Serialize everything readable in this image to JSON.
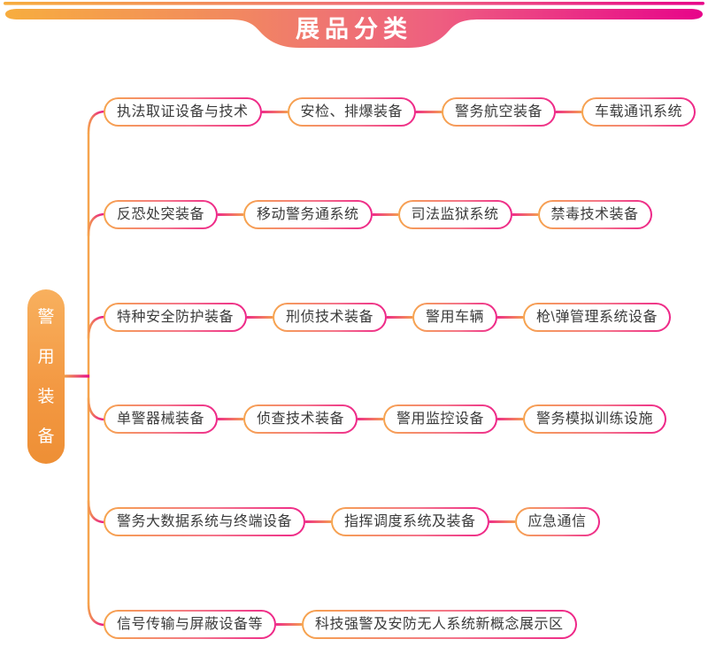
{
  "header": {
    "title": "展品分类"
  },
  "root": {
    "label": "警用装备",
    "chars": [
      "警",
      "用",
      "装",
      "备"
    ]
  },
  "rows": [
    {
      "items": [
        "执法取证设备与技术",
        "安检、排爆装备",
        "警务航空装备",
        "车载通讯系统"
      ]
    },
    {
      "items": [
        "反恐处突装备",
        "移动警务通系统",
        "司法监狱系统",
        "禁毒技术装备"
      ]
    },
    {
      "items": [
        "特种安全防护装备",
        "刑侦技术装备",
        "警用车辆",
        "枪\\弹管理系统设备"
      ]
    },
    {
      "items": [
        "单警器械装备",
        "侦查技术装备",
        "警用监控设备",
        "警务模拟训练设施"
      ]
    },
    {
      "items": [
        "警务大数据系统与终端设备",
        "指挥调度系统及装备",
        "应急通信"
      ]
    },
    {
      "items": [
        "信号传输与屏蔽设备等",
        "科技强警及安防无人系统新概念展示区"
      ]
    }
  ],
  "colors": {
    "accent_orange": "#F6A44E",
    "accent_magenta": "#EC128C",
    "banner_left": "#F7AE3E",
    "banner_center": "#EF7472",
    "banner_right": "#E7038A",
    "node_text": "#3B3B3B",
    "root_gradient_top": "#F8B05E",
    "root_gradient_bottom": "#EE8F35",
    "background": "#FFFFFF"
  }
}
